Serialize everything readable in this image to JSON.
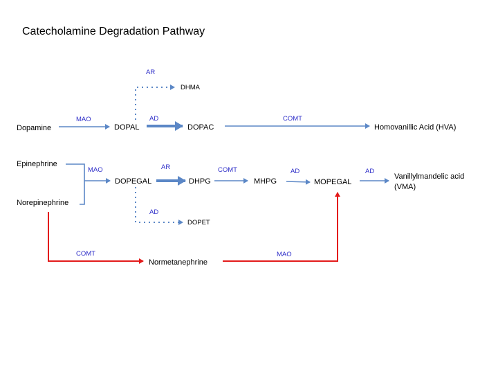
{
  "title": "Catecholamine Degradation Pathway",
  "colors": {
    "blue_arrow": "#5b87c6",
    "red_arrow": "#e31a1a",
    "enzyme_text": "#2d2dc8",
    "node_text": "#000000"
  },
  "nodes": {
    "dopamine": "Dopamine",
    "dopal": "DOPAL",
    "dhma": "DHMA",
    "dopac": "DOPAC",
    "hva": "Homovanillic Acid (HVA)",
    "epinephrine": "Epinephrine",
    "norepinephrine": "Norepinephrine",
    "dopegal": "DOPEGAL",
    "dopet": "DOPET",
    "dhpg": "DHPG",
    "mhpg": "MHPG",
    "mopegal": "MOPEGAL",
    "vma_line1": "Vanillylmandelic acid",
    "vma_line2": "(VMA)",
    "normetanephrine": "Normetanephrine"
  },
  "enzymes": {
    "dopamine_to_dopal": "MAO",
    "dopal_to_dhma": "AR",
    "dopal_to_dopac": "AD",
    "dopac_to_hva": "COMT",
    "epi_norepi_to_dopegal": "MAO",
    "dopegal_to_dhpg": "AR",
    "dopegal_to_dopet": "AD",
    "dhpg_to_mhpg": "COMT",
    "mhpg_to_mopegal": "AD",
    "mopegal_to_vma": "AD",
    "norepi_to_normetanephrine": "COMT",
    "normetanephrine_to_mopegal": "MAO"
  }
}
